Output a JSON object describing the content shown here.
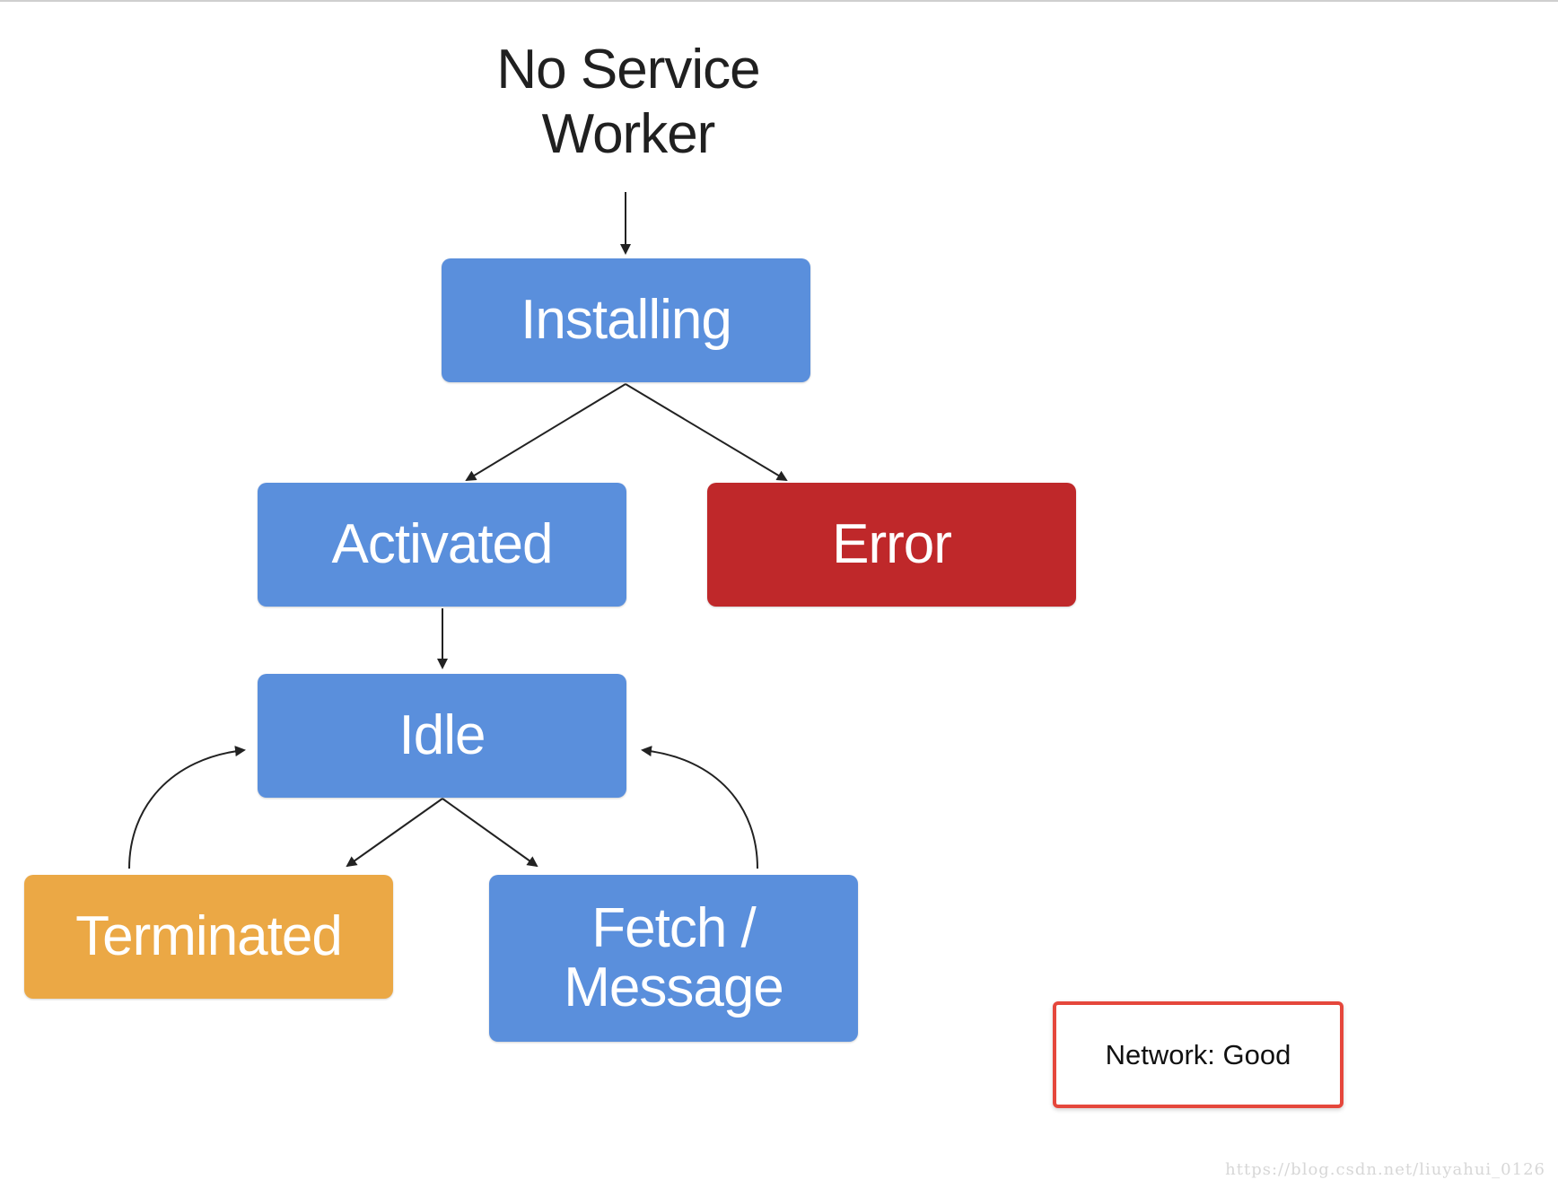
{
  "diagram": {
    "start_label_line1": "No Service",
    "start_label_line2": "Worker",
    "states": {
      "installing": "Installing",
      "activated": "Activated",
      "error": "Error",
      "idle": "Idle",
      "terminated": "Terminated",
      "fetch_line1": "Fetch /",
      "fetch_line2": "Message"
    },
    "colors": {
      "blue": "#5a8fdc",
      "red": "#bf282a",
      "orange": "#eba845",
      "arrow": "#222222"
    }
  },
  "status_box": {
    "label": "Network: Good",
    "border_color": "#e5473c"
  },
  "watermark": "https://blog.csdn.net/liuyahui_0126"
}
